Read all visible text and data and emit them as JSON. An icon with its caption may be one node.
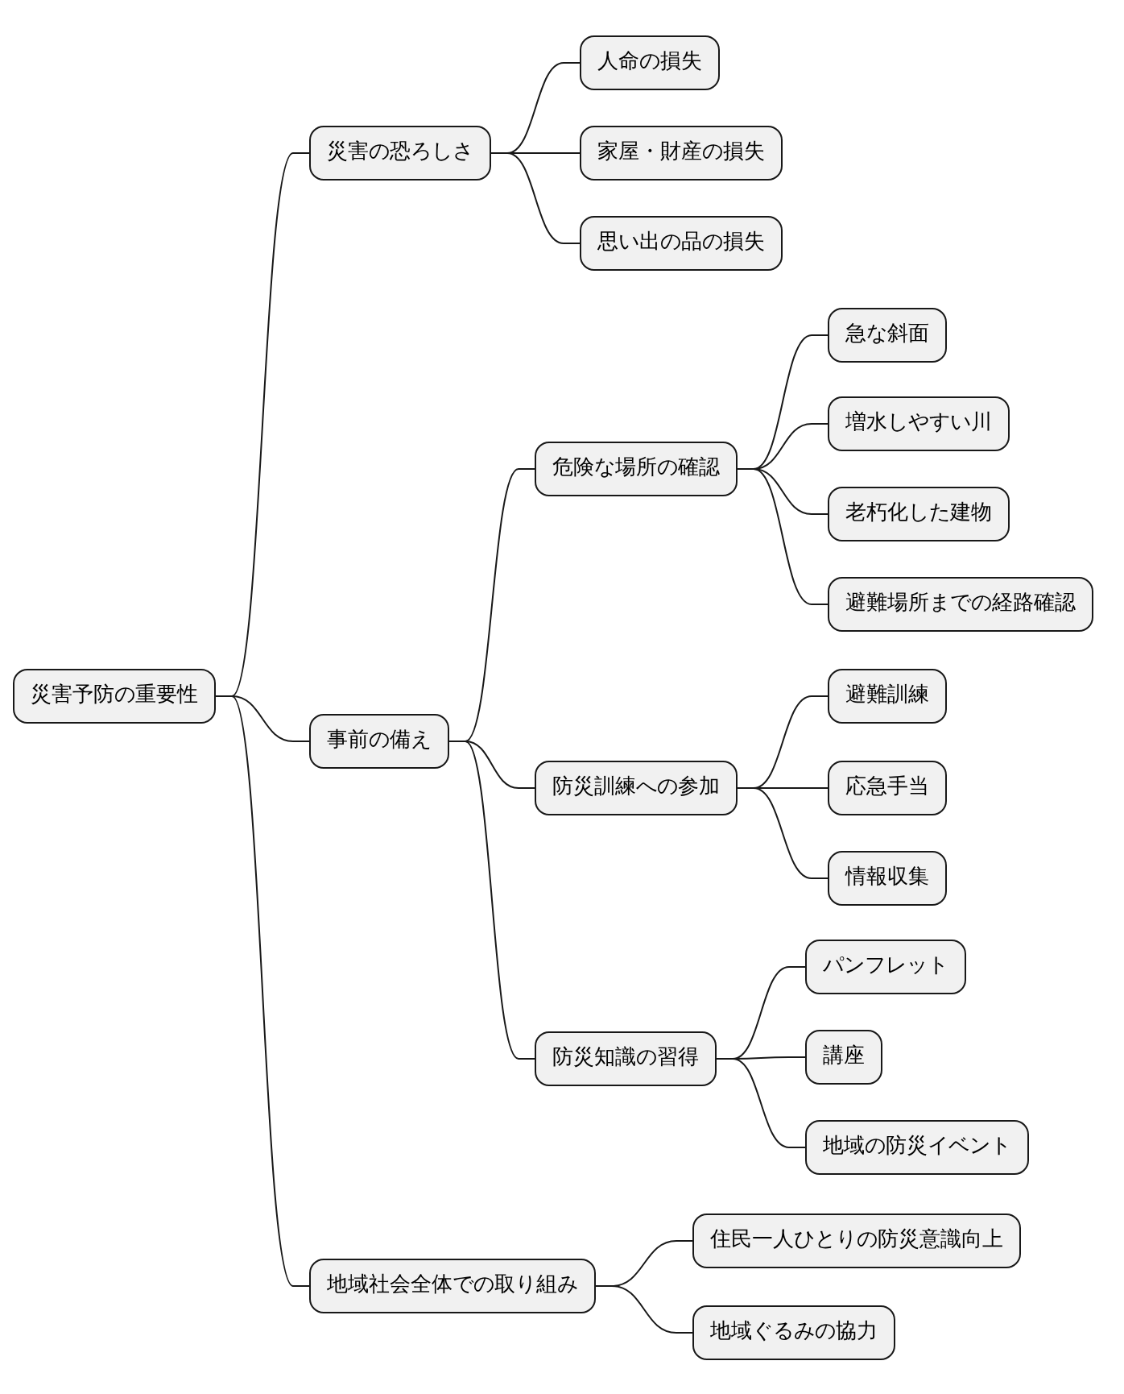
{
  "diagram": {
    "nodes": [
      {
        "text": [
          "災害予防の重要性"
        ]
      },
      {
        "text": [
          "災害の恐ろしさ"
        ]
      },
      {
        "text": [
          "人命の損失"
        ]
      },
      {
        "text": [
          "家屋・財産の損失"
        ]
      },
      {
        "text": [
          "思い出の品の損失"
        ]
      },
      {
        "text": [
          "事前の備え"
        ]
      },
      {
        "text": [
          "危険な場所の確認"
        ]
      },
      {
        "text": [
          "急な斜面"
        ]
      },
      {
        "text": [
          "増水しやすい川"
        ]
      },
      {
        "text": [
          "老朽化した建物"
        ]
      },
      {
        "text": [
          "避難場所までの経路確認"
        ]
      },
      {
        "text": [
          "防災訓練への参加"
        ]
      },
      {
        "text": [
          "避難訓練"
        ]
      },
      {
        "text": [
          "応急手当"
        ]
      },
      {
        "text": [
          "情報収集"
        ]
      },
      {
        "text": [
          "防災知識の習得"
        ]
      },
      {
        "text": [
          "パンフレット"
        ]
      },
      {
        "text": [
          "講座"
        ]
      },
      {
        "text": [
          "地域の防災イベント"
        ]
      },
      {
        "text": [
          "地域社会全体での取り組み"
        ]
      },
      {
        "text": [
          "住民一人ひとりの防災意識向上"
        ]
      },
      {
        "text": [
          "地域ぐるみの協力"
        ]
      }
    ],
    "edges": [
      {
        "from": 0,
        "to": 1,
        "arrow": "none"
      },
      {
        "from": 1,
        "to": 2,
        "arrow": "none"
      },
      {
        "from": 1,
        "to": 3,
        "arrow": "none"
      },
      {
        "from": 1,
        "to": 4,
        "arrow": "none"
      },
      {
        "from": 0,
        "to": 5,
        "arrow": "none"
      },
      {
        "from": 5,
        "to": 6,
        "arrow": "none"
      },
      {
        "from": 6,
        "to": 7,
        "arrow": "none"
      },
      {
        "from": 6,
        "to": 8,
        "arrow": "none"
      },
      {
        "from": 6,
        "to": 9,
        "arrow": "none"
      },
      {
        "from": 6,
        "to": 10,
        "arrow": "none"
      },
      {
        "from": 5,
        "to": 11,
        "arrow": "none"
      },
      {
        "from": 11,
        "to": 12,
        "arrow": "none"
      },
      {
        "from": 11,
        "to": 13,
        "arrow": "none"
      },
      {
        "from": 11,
        "to": 14,
        "arrow": "none"
      },
      {
        "from": 5,
        "to": 15,
        "arrow": "none"
      },
      {
        "from": 15,
        "to": 16,
        "arrow": "none"
      },
      {
        "from": 15,
        "to": 17,
        "arrow": "none"
      },
      {
        "from": 15,
        "to": 18,
        "arrow": "none"
      },
      {
        "from": 0,
        "to": 19,
        "arrow": "none"
      },
      {
        "from": 19,
        "to": 20,
        "arrow": "none"
      },
      {
        "from": 19,
        "to": 21,
        "arrow": "none"
      }
    ]
  }
}
